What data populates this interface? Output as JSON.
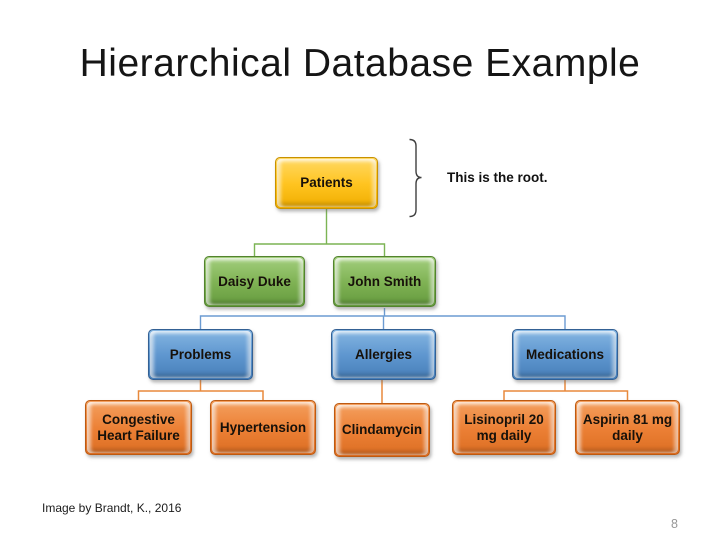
{
  "slide": {
    "title": "Hierarchical Database Example",
    "credit": "Image by Brandt, K., 2016",
    "page_number": "8"
  },
  "annotation": {
    "root_note": "This is the root."
  },
  "tree": {
    "type": "hierarchy",
    "nodes": [
      {
        "id": "patients",
        "label": "Patients",
        "level": 1,
        "parent": null,
        "fill": "#FFC420"
      },
      {
        "id": "daisy-duke",
        "label": "Daisy Duke",
        "level": 2,
        "parent": "patients",
        "fill": "#7FB254"
      },
      {
        "id": "john-smith",
        "label": "John Smith",
        "level": 2,
        "parent": "patients",
        "fill": "#7FB254"
      },
      {
        "id": "problems",
        "label": "Problems",
        "level": 3,
        "parent": "john-smith",
        "fill": "#5E96CF"
      },
      {
        "id": "allergies",
        "label": "Allergies",
        "level": 3,
        "parent": "john-smith",
        "fill": "#5E96CF"
      },
      {
        "id": "medications",
        "label": "Medications",
        "level": 3,
        "parent": "john-smith",
        "fill": "#5E96CF"
      },
      {
        "id": "congestive-heart-failure",
        "label": "Congestive Heart Failure",
        "level": 4,
        "parent": "problems",
        "fill": "#EC8035"
      },
      {
        "id": "hypertension",
        "label": "Hypertension",
        "level": 4,
        "parent": "problems",
        "fill": "#EC8035"
      },
      {
        "id": "clindamycin",
        "label": "Clindamycin",
        "level": 4,
        "parent": "allergies",
        "fill": "#EC8035"
      },
      {
        "id": "lisinopril-20-mg-daily",
        "label": "Lisinopril 20 mg daily",
        "level": 4,
        "parent": "medications",
        "fill": "#EC8035"
      },
      {
        "id": "aspirin-81-mg-daily",
        "label": "Aspirin 81 mg daily",
        "level": 4,
        "parent": "medications",
        "fill": "#EC8035"
      }
    ],
    "connector_colors": {
      "level1_to_2": "#7CB454",
      "level2_to_3": "#6B9BD2",
      "level3_to_4": "#E8893C",
      "bracket": "#3F3F3F"
    }
  }
}
